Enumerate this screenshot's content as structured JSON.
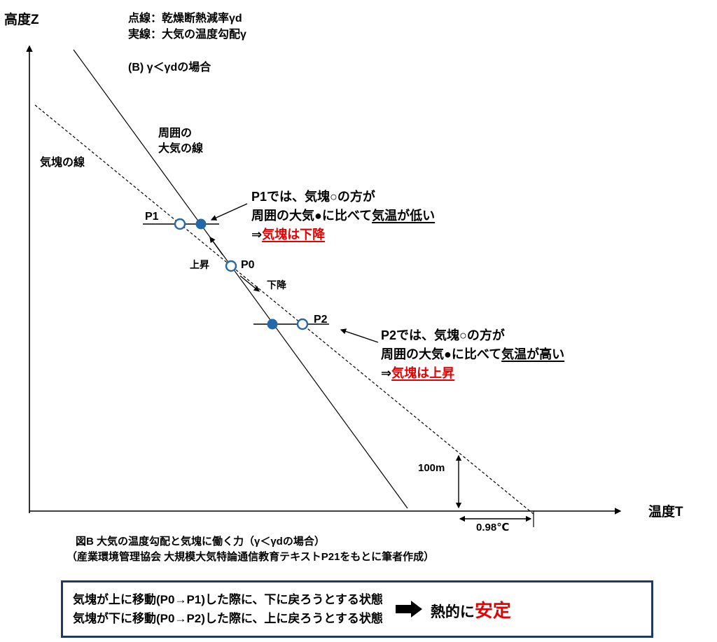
{
  "colors": {
    "accent_red": "#e60000",
    "point_blue": "#2368a8",
    "box_border": "#1f3864"
  },
  "axes": {
    "y_label": "高度Z",
    "x_label": "温度T"
  },
  "legend": {
    "dotted": "点線：乾燥断熱減率γd",
    "solid": "実線：大気の温度勾配γ",
    "case": "(B) γ＜γdの場合"
  },
  "curves": {
    "ambient_label_line1": "周囲の",
    "ambient_label_line2": "大気の線",
    "parcel_label": "気塊の線"
  },
  "points": {
    "p1": "P1",
    "p0": "P0",
    "p2": "P2"
  },
  "motion": {
    "ascent": "上昇",
    "descent": "下降"
  },
  "annotation_p1": {
    "line1": "P1では、気塊○の方が",
    "line2_prefix": "周囲の大気●に比べて",
    "line2_emph": "気温が低い",
    "line3_prefix": "⇒",
    "line3_emph": "気塊は下降"
  },
  "annotation_p2": {
    "line1": "P2では、気塊○の方が",
    "line2_prefix": "周囲の大気●に比べて",
    "line2_emph": "気温が高い",
    "line3_prefix": "⇒",
    "line3_emph": "気塊は上昇"
  },
  "scale": {
    "height": "100m",
    "temperature": "0.98℃"
  },
  "caption": {
    "line1": "図B 大気の温度勾配と気塊に働く力（γ＜γdの場合）",
    "line2": "（産業環境管理協会 大規模大気特論通信教育テキストP21をもとに筆者作成）"
  },
  "summary": {
    "line1": "気塊が上に移動(P0→P1)した際に、下に戻ろうとする状態",
    "line2": "気塊が下に移動(P0→P2)した際に、上に戻ろうとする状態",
    "result_prefix": "熱的に",
    "result_emph": "安定"
  }
}
